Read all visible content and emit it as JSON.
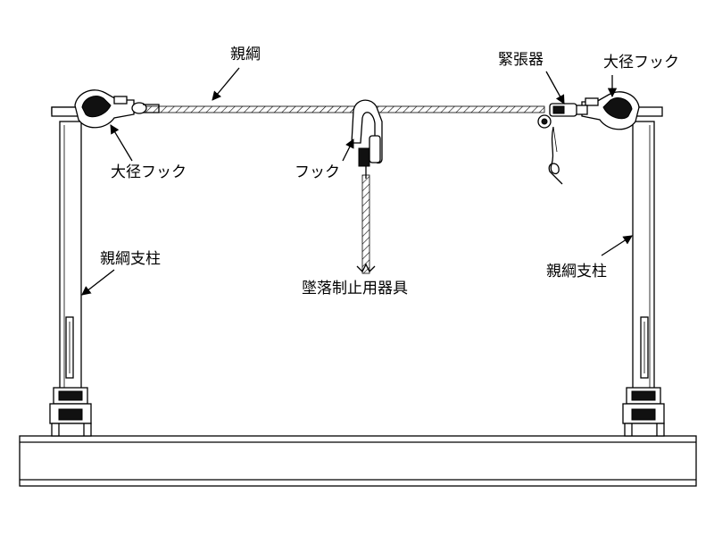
{
  "labels": {
    "main_rope": "親綱",
    "tensioner": "緊張器",
    "large_hook_left": "大径フック",
    "large_hook_right": "大径フック",
    "hook_center": "フック",
    "post_left": "親綱支柱",
    "post_right": "親綱支柱",
    "fall_arrest": "墜落制止用器具"
  }
}
